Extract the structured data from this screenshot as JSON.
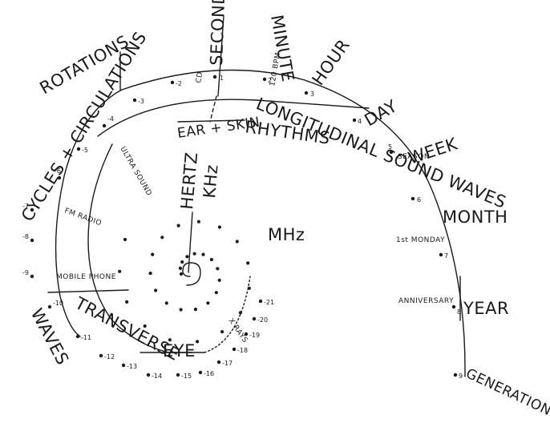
{
  "diagram": {
    "bands": {
      "rotations": "ROTATIONS",
      "cycles": "CYCLES + CIRCULATIONS",
      "longitudinal": "LONGITUDINAL SOUND WAVES",
      "ear_skin": "EAR + SKIN",
      "rhythms": "RHYTHMS",
      "transverse": "TRANSVERSE",
      "waves": "WAVES",
      "eye": "EYE"
    },
    "time_labels": {
      "second": "SECOND",
      "minute": "MINUTE",
      "hour": "HOUR",
      "day": "DAY",
      "week": "WEEK",
      "month": "MONTH",
      "year": "YEAR",
      "generation": "GENERATION"
    },
    "frequency_labels": {
      "hertz": "HERTZ",
      "khz": "KHz",
      "mhz": "MHz",
      "x_rays": "X RAYS"
    },
    "small_labels": {
      "cd": "CD",
      "bpm": "120 BPM",
      "season": "SEASON",
      "first_monday": "1st MONDAY",
      "anniversary": "ANNIVERSARY",
      "ultra_sound": "ULTRA SOUND",
      "fm_radio": "FM RADIO",
      "mobile_phone": "MOBILE PHONE"
    },
    "numbers": {
      "n_m3": "-3",
      "n_m2": "-2",
      "n_1": "1",
      "n_2": "2",
      "n_3": "3",
      "n_4": "4",
      "n_5": "5",
      "n_6": "6",
      "n_7": "7",
      "n_8": "8",
      "n_9": "9",
      "n_m4": "-4",
      "n_m5": "-5",
      "n_m6": "-6",
      "n_m7": "-7",
      "n_m8": "-8",
      "n_m9": "-9",
      "n_m10": "-10",
      "n_m11": "-11",
      "n_m12": "-12",
      "n_m13": "-13",
      "n_m14": "-14",
      "n_m15": "-15",
      "n_m16": "-16",
      "n_m17": "-17",
      "n_m18": "-18",
      "n_m19": "-19",
      "n_m20": "-20",
      "n_m21": "-21"
    }
  }
}
